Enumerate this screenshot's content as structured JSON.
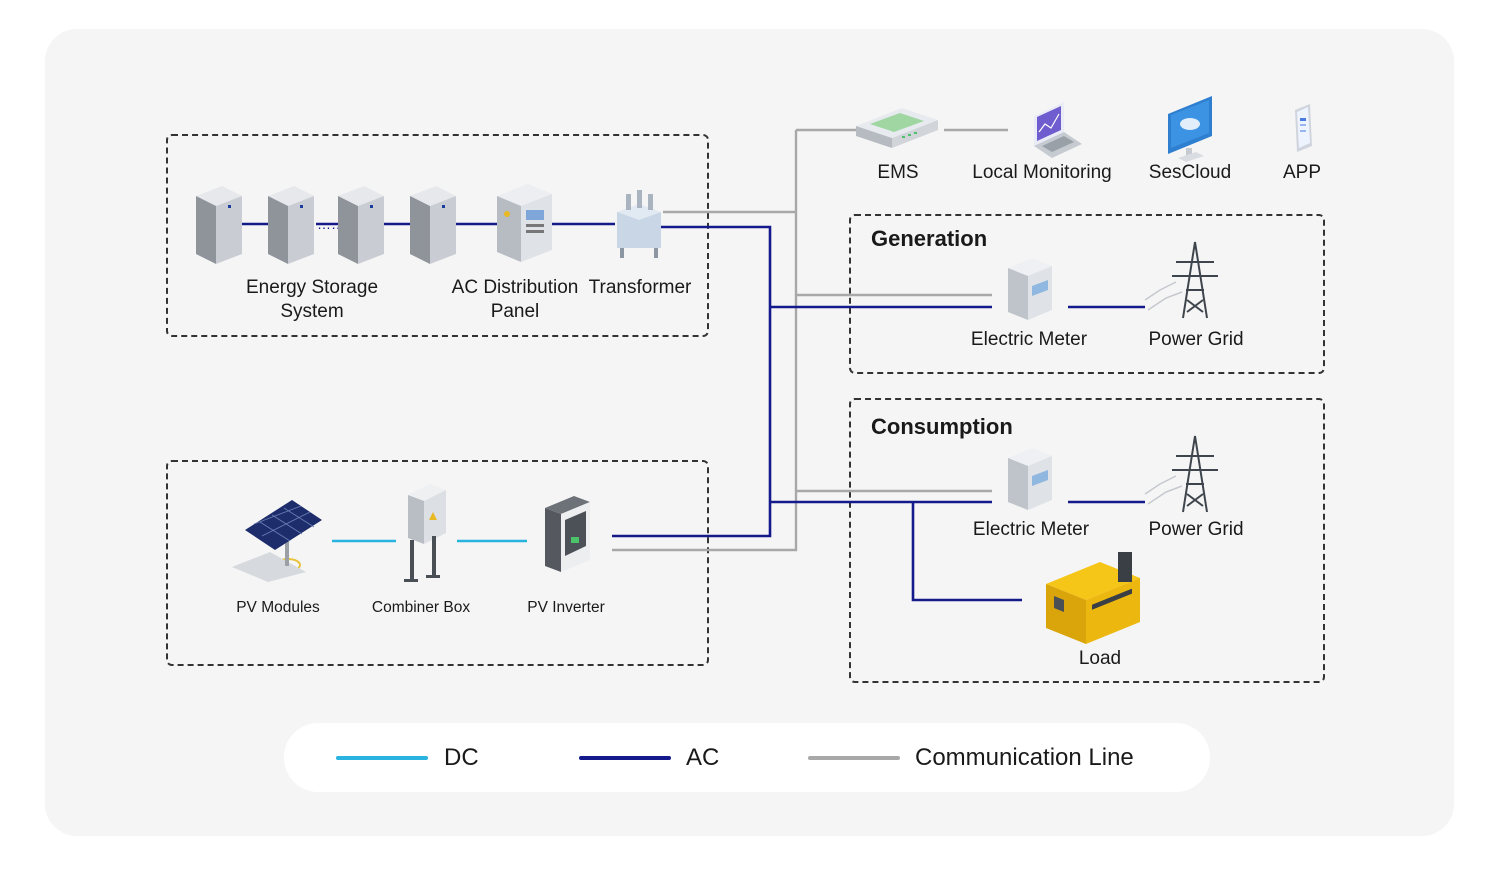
{
  "diagram": {
    "components": {
      "energy_storage": "Energy Storage\nSystem",
      "ac_panel": "AC Distribution\nPanel",
      "transformer": "Transformer",
      "pv_modules": "PV Modules",
      "combiner_box": "Combiner Box",
      "pv_inverter": "PV Inverter",
      "ems": "EMS",
      "local_monitoring": "Local Monitoring",
      "sescloud": "SesCloud",
      "app": "APP"
    },
    "generation": {
      "title": "Generation",
      "meter": "Electric Meter",
      "grid": "Power Grid"
    },
    "consumption": {
      "title": "Consumption",
      "meter": "Electric Meter",
      "grid": "Power Grid",
      "load": "Load"
    },
    "ellipsis": "……"
  },
  "legend": {
    "dc": "DC",
    "ac": "AC",
    "comm": "Communication Line"
  },
  "colors": {
    "dc": "#29b3e0",
    "ac": "#141a8c",
    "comm": "#a8a8a8"
  }
}
